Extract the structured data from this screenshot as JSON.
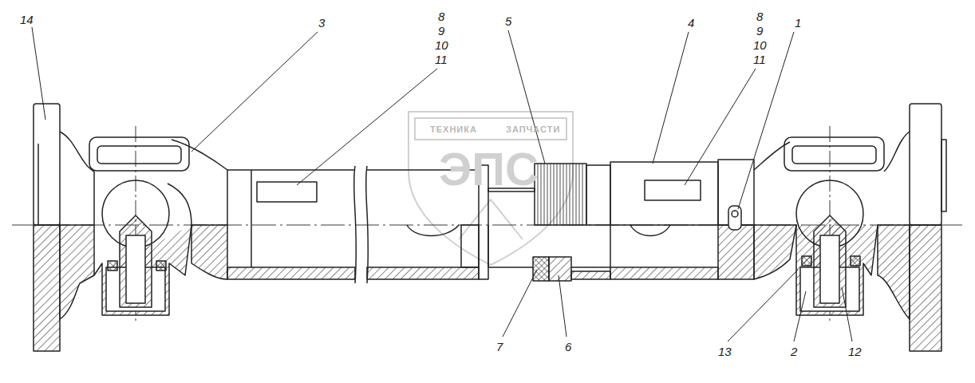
{
  "diagram": {
    "labels": [
      "14",
      "3",
      "8",
      "9",
      "10",
      "11",
      "5",
      "4",
      "8",
      "9",
      "10",
      "11",
      "1",
      "ТЕХНИКА",
      "ЗАПЧАСТИ",
      "ЭПС",
      "7",
      "6",
      "13",
      "2",
      "12"
    ]
  }
}
